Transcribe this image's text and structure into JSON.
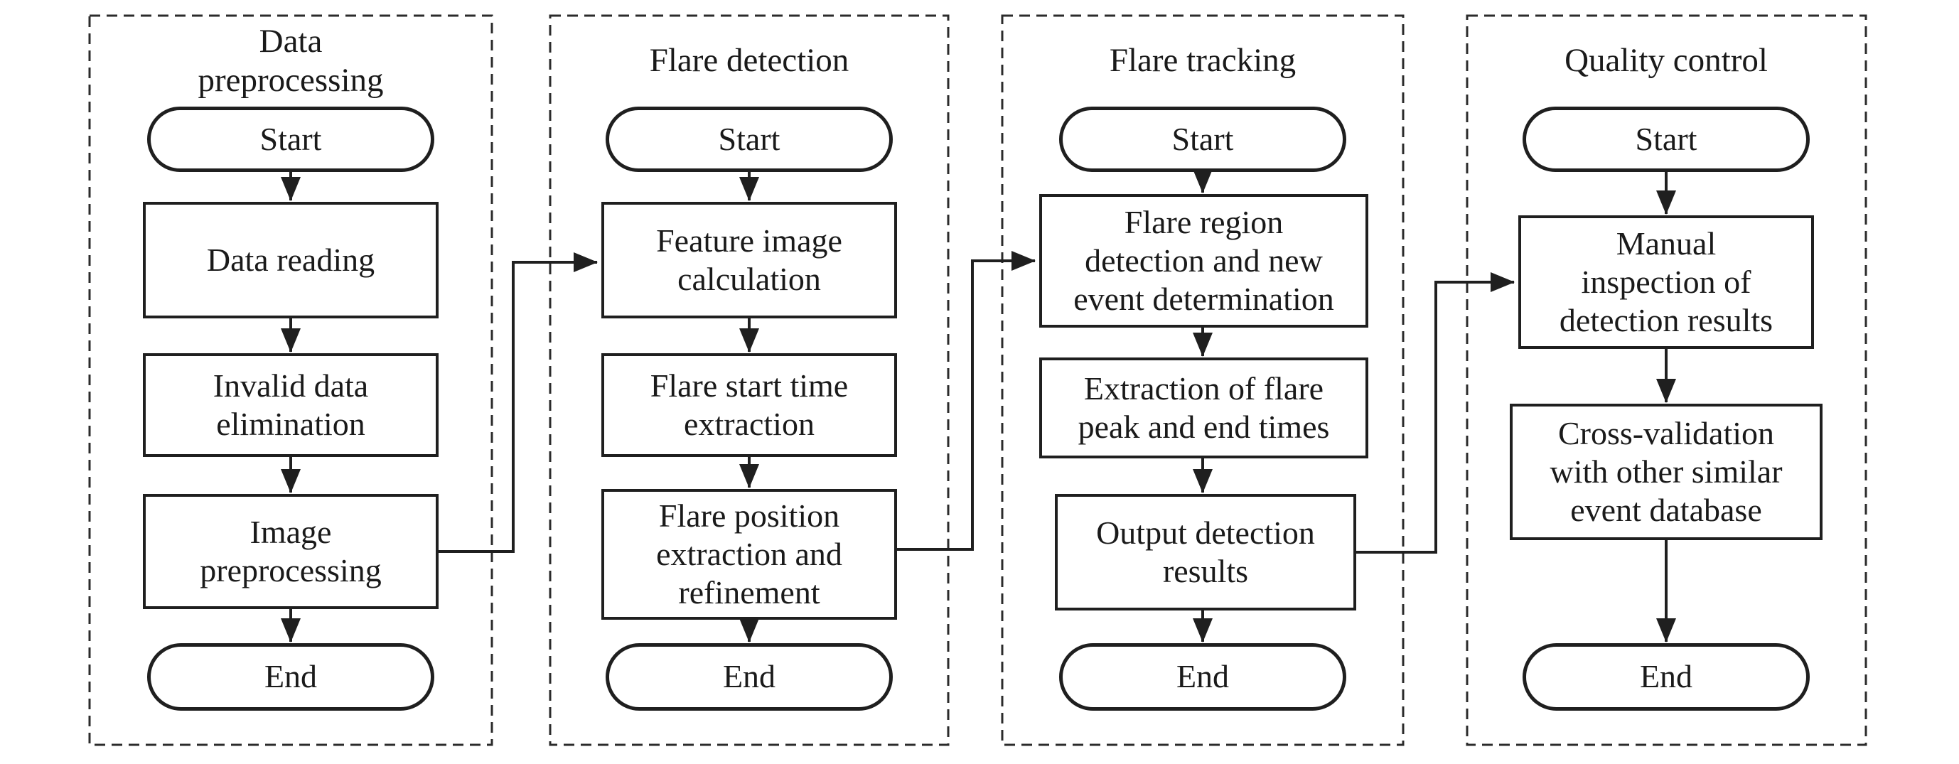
{
  "diagram": {
    "colors": {
      "ink": "#1f1f1f",
      "background": "#ffffff"
    },
    "phases": [
      {
        "title": "Data\npreprocessing",
        "start": "Start",
        "end": "End",
        "steps": [
          "Data reading",
          "Invalid data\nelimination",
          "Image\npreprocessing"
        ]
      },
      {
        "title": "Flare detection",
        "start": "Start",
        "end": "End",
        "steps": [
          "Feature image\ncalculation",
          "Flare start time\nextraction",
          "Flare position\nextraction and\nrefinement"
        ]
      },
      {
        "title": "Flare tracking",
        "start": "Start",
        "end": "End",
        "steps": [
          "Flare region\ndetection and new\nevent determination",
          "Extraction of flare\npeak and end times",
          "Output detection\nresults"
        ]
      },
      {
        "title": "Quality control",
        "start": "Start",
        "end": "End",
        "steps": [
          "Manual\ninspection of\ndetection results",
          "Cross-validation\nwith other similar\nevent database"
        ]
      }
    ]
  }
}
